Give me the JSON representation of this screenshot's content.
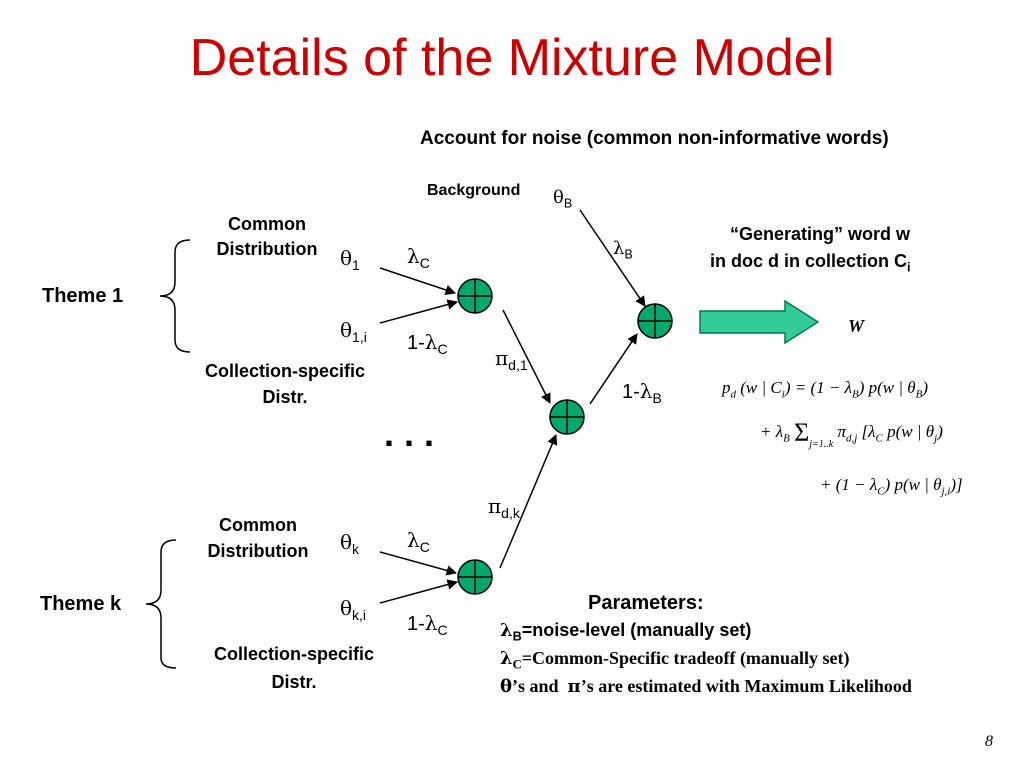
{
  "slide": {
    "title": "Details of the Mixture Model",
    "subtitle": "Account for noise (common non-informative words)",
    "page_number": "8"
  },
  "diagram": {
    "background_label": "Background",
    "theta_b": {
      "sym": "θ",
      "sub": "B"
    },
    "lambda_b": {
      "sym": "λ",
      "sub": "B"
    },
    "one_minus_lambda_b": {
      "prefix": "1-",
      "sym": "λ",
      "sub": "B"
    },
    "generating_line1": "“Generating” word w",
    "generating_line2": "in doc d in collection C",
    "generating_sub": "i",
    "output_word": "W",
    "ellipsis": ". . .",
    "pi_d1": {
      "sym": "π",
      "sub": "d,1"
    },
    "pi_dk": {
      "sym": "π",
      "sub": "d,k"
    },
    "theme1": {
      "label": "Theme 1",
      "common_line1": "Common",
      "common_line2": "Distribution",
      "collection_line1": "Collection-specific",
      "collection_line2": "Distr.",
      "theta_common": {
        "sym": "θ",
        "sub": "1"
      },
      "theta_specific": {
        "sym": "θ",
        "sub": "1,i"
      },
      "lambda_c": {
        "sym": "λ",
        "sub": "C"
      },
      "one_minus_lambda_c": {
        "prefix": "1-",
        "sym": "λ",
        "sub": "C"
      }
    },
    "themek": {
      "label": "Theme k",
      "common_line1": "Common",
      "common_line2": "Distribution",
      "collection_line1": "Collection-specific",
      "collection_line2": "Distr.",
      "theta_common": {
        "sym": "θ",
        "sub": "k"
      },
      "theta_specific": {
        "sym": "θ",
        "sub": "k,i"
      },
      "lambda_c": {
        "sym": "λ",
        "sub": "C"
      },
      "one_minus_lambda_c": {
        "prefix": "1-",
        "sym": "λ",
        "sub": "C"
      }
    }
  },
  "formula": {
    "line1": "p_d (w | C_i) = (1 − λ_B) p(w | θ_B)",
    "line2": "+ λ_B Σ_{j=1}^{k} π_{d,j} [λ_C p(w | θ_j)",
    "line3": "+ (1 − λ_C) p(w | θ_{j,i})]"
  },
  "parameters": {
    "heading": "Parameters:",
    "p1_sym": "λ",
    "p1_sub": "B",
    "p1_text": "=noise-level (manually set)",
    "p2_sym": "λ",
    "p2_sub": "C",
    "p2_text": "=Common-Specific tradeoff (manually set)",
    "p3_sym1": "θ",
    "p3_mid": "’s and  ",
    "p3_sym2": "π",
    "p3_text": "’s are estimated with Maximum Likelihood"
  },
  "colors": {
    "title": "#cc0000",
    "node_fill": "#00a86b",
    "arrow_fill": "#33cc99",
    "arrow_stroke": "#007a4d"
  }
}
